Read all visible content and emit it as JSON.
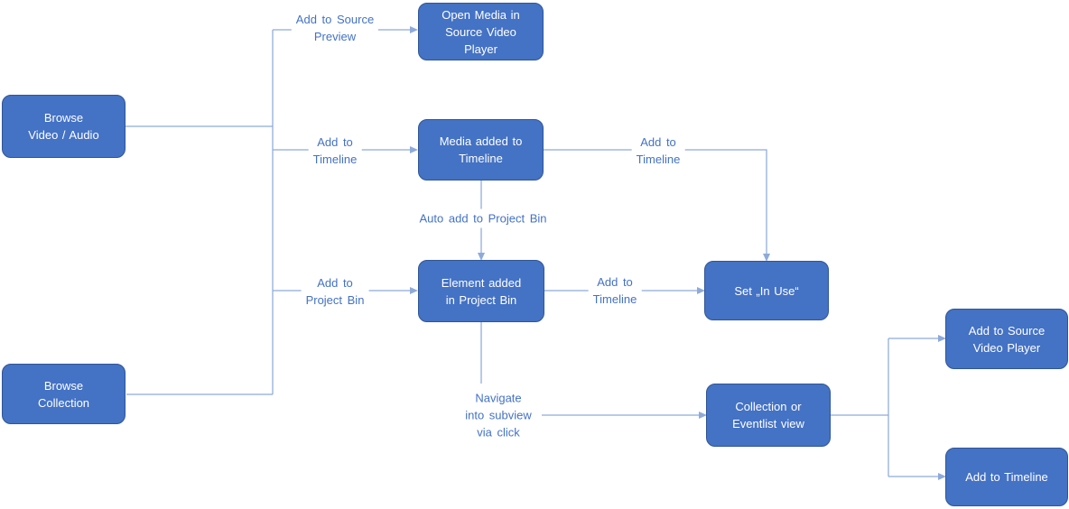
{
  "diagram": {
    "colors": {
      "node_fill": "#4472C4",
      "node_border": "#2F5597",
      "node_text": "#FFFFFF",
      "connector": "#8EAADB",
      "edge_label_text": "#4472C4",
      "background": "#FFFFFF"
    },
    "nodes": {
      "browse_video_audio": {
        "label": "Browse\nVideo / Audio"
      },
      "browse_collection": {
        "label": "Browse\nCollection"
      },
      "open_media_in_source_video_player": {
        "label": "Open Media in\nSource Video\nPlayer"
      },
      "media_added_to_timeline": {
        "label": "Media added to\nTimeline"
      },
      "element_added_in_project_bin": {
        "label": "Element added\nin Project Bin"
      },
      "set_in_use": {
        "label": "Set „In Use“"
      },
      "collection_or_eventlist_view": {
        "label": "Collection or\nEventlist view"
      },
      "add_to_source_video_player": {
        "label": "Add to Source\nVideo Player"
      },
      "add_to_timeline": {
        "label": "Add to Timeline"
      }
    },
    "edge_labels": {
      "add_to_source_preview": "Add to Source\nPreview",
      "add_to_timeline_left": "Add to\nTimeline",
      "auto_add_to_project_bin": "Auto add to Project Bin",
      "add_to_project_bin": "Add to\nProject Bin",
      "add_to_timeline_mid": "Add to\nTimeline",
      "add_to_timeline_lower": "Add to\nTimeline",
      "navigate_into_subview": "Navigate\ninto subview\nvia click"
    },
    "edges": [
      {
        "from": "browse_video_audio",
        "to": "shared_branch_trunk",
        "label": ""
      },
      {
        "from": "browse_collection",
        "to": "shared_branch_trunk",
        "label": ""
      },
      {
        "from": "shared_branch_trunk",
        "to": "open_media_in_source_video_player",
        "label": "Add to Source Preview"
      },
      {
        "from": "shared_branch_trunk",
        "to": "media_added_to_timeline",
        "label": "Add to Timeline"
      },
      {
        "from": "shared_branch_trunk",
        "to": "element_added_in_project_bin",
        "label": "Add to Project Bin"
      },
      {
        "from": "media_added_to_timeline",
        "to": "element_added_in_project_bin",
        "label": "Auto add to Project Bin"
      },
      {
        "from": "media_added_to_timeline",
        "to": "set_in_use",
        "label": "Add to Timeline"
      },
      {
        "from": "element_added_in_project_bin",
        "to": "set_in_use",
        "label": "Add to Timeline"
      },
      {
        "from": "element_added_in_project_bin",
        "to": "collection_or_eventlist_view",
        "label": "Navigate into subview via click"
      },
      {
        "from": "collection_or_eventlist_view",
        "to": "add_to_source_video_player",
        "label": ""
      },
      {
        "from": "collection_or_eventlist_view",
        "to": "add_to_timeline",
        "label": ""
      }
    ]
  }
}
